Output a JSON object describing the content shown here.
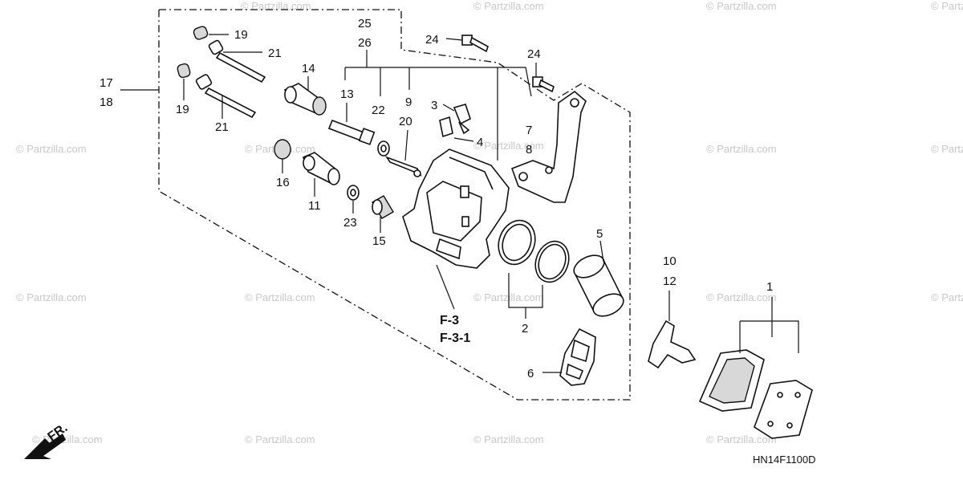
{
  "callouts": {
    "c1": "1",
    "c2": "2",
    "c3": "3",
    "c4": "4",
    "c5": "5",
    "c6": "6",
    "c7": "7",
    "c8": "8",
    "c9": "9",
    "c10": "10",
    "c11": "11",
    "c12": "12",
    "c13": "13",
    "c14": "14",
    "c15": "15",
    "c16": "16",
    "c17": "17",
    "c18": "18",
    "c19a": "19",
    "c19b": "19",
    "c20": "20",
    "c21a": "21",
    "c21b": "21",
    "c22": "22",
    "c23": "23",
    "c24a": "24",
    "c24b": "24",
    "c25": "25",
    "c26": "26"
  },
  "references": {
    "f3": "F-3",
    "f31": "F-3-1"
  },
  "direction_label": "FR.",
  "diagram_code": "HN14F1100D",
  "watermark": "© Partzilla.com"
}
